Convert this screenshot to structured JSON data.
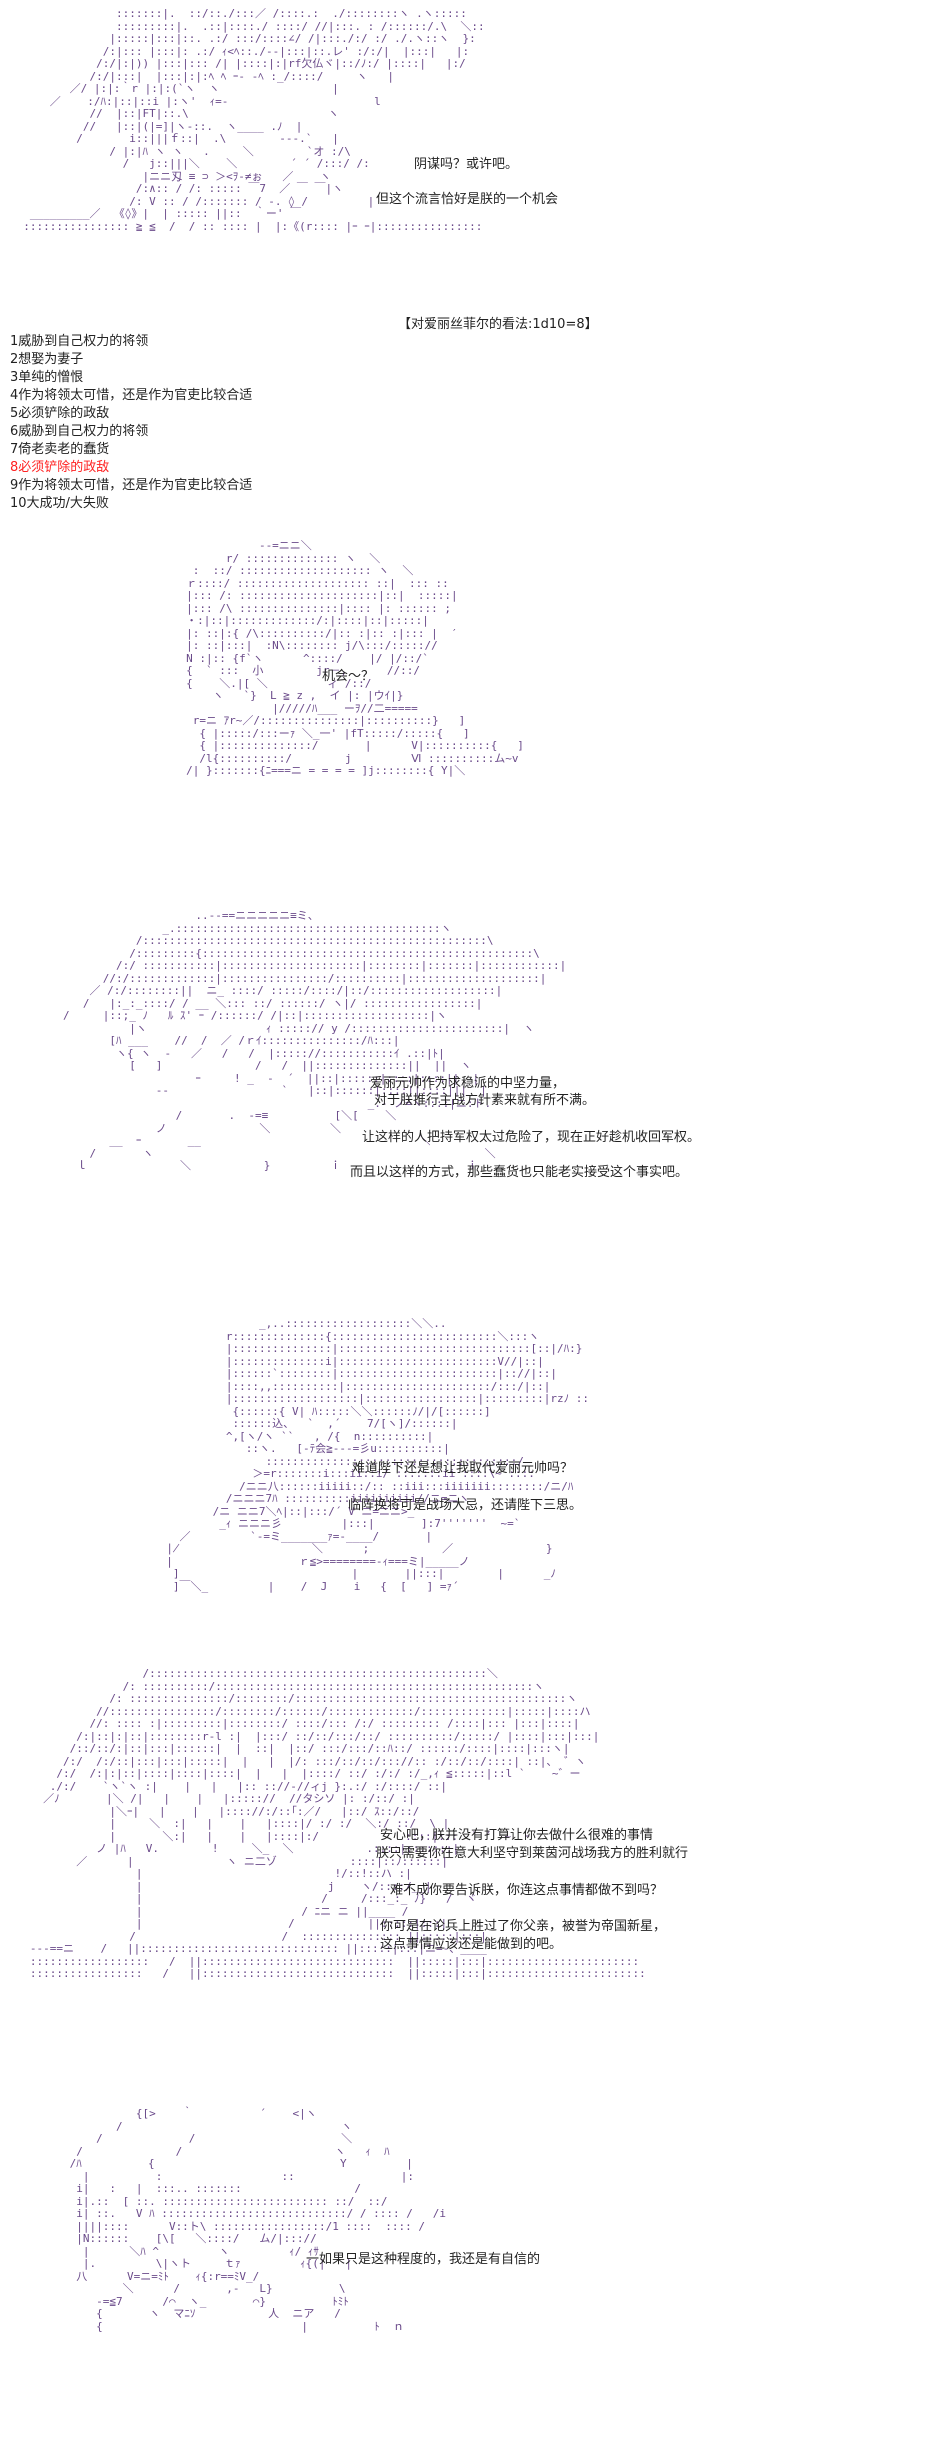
{
  "scene1": {
    "lines": [
      "阴谋吗？或许吧。",
      "但这个流言恰好是朕的一个机会"
    ],
    "roll": "【对爱丽丝菲尔的看法:1d10=8】",
    "options": [
      "1威胁到自己权力的将领",
      "2想娶为妻子",
      "3单纯的憎恨",
      "4作为将领太可惜，还是作为官吏比较合适",
      "5必须铲除的政敌",
      "6威胁到自己权力的将领",
      "7倚老卖老的蠢货",
      "8必须铲除的政敌",
      "9作为将领太可惜，还是作为官吏比较合适",
      "10大成功/大失败"
    ],
    "highlight_index": 7
  },
  "scene2": {
    "lines": [
      "机会～？"
    ]
  },
  "scene3": {
    "lines": [
      "爱丽元帅作为求稳派的中坚力量，",
      "对于朕推行主战方针素来就有所不满。",
      "让这样的人把持军权太过危险了，现在正好趁机收回军权。",
      "而且以这样的方式，那些蠢货也只能老实接受这个事实吧。"
    ]
  },
  "scene4": {
    "lines": [
      "难道陛下还是想让我取代爱丽元帅吗？",
      "临阵换将可是战场大忌，还请陛下三思。"
    ]
  },
  "scene5": {
    "lines": [
      "安心吧，朕并没有打算让你去做什么很难的事情",
      "朕只需要你在意大利坚守到莱茵河战场我方的胜利就行",
      "难不成你要告诉朕，你连这点事情都做不到吗？",
      "你可是在论兵上胜过了你父亲，被誉为帝国新星，",
      "这点事情应该还是能做到的吧。"
    ]
  },
  "scene6": {
    "lines": [
      "一如果只是这种程度的，我还是有自信的"
    ]
  }
}
